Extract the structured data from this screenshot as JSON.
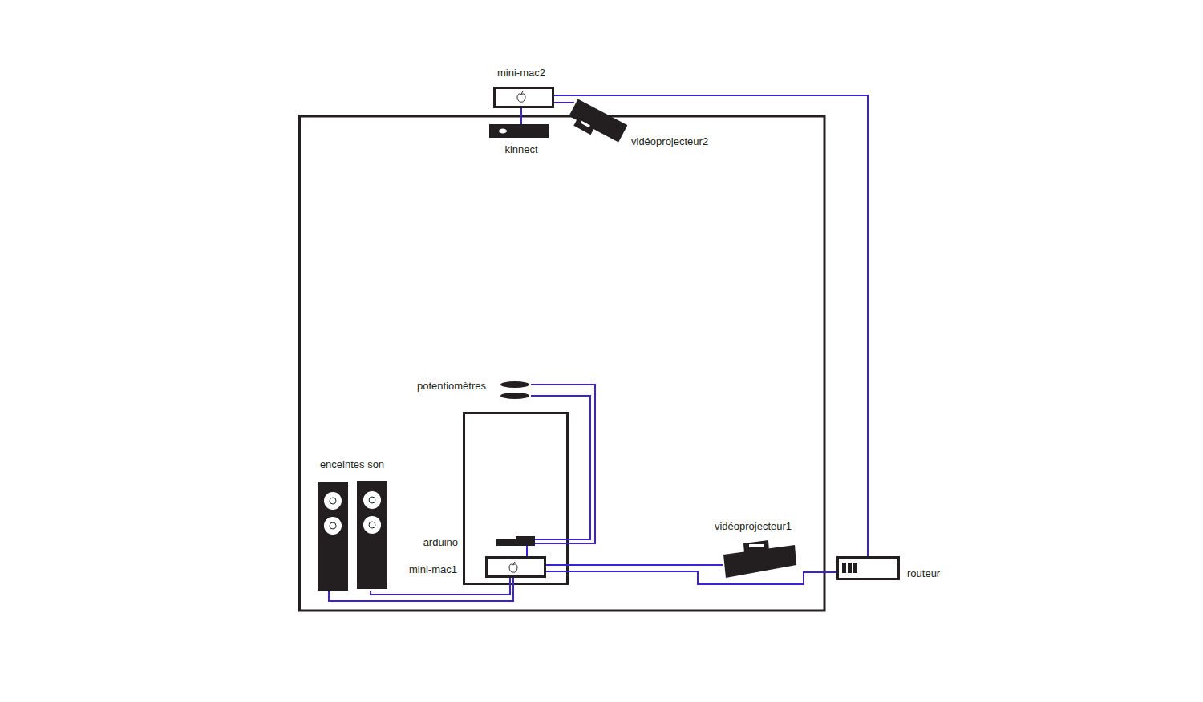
{
  "diagram": {
    "nodes": [
      {
        "text": [
          "mini-mac2"
        ]
      },
      {
        "text": [
          "kinnect"
        ]
      },
      {
        "text": [
          "vidéoprojecteur2"
        ]
      },
      {
        "text": [
          "potentiomètres"
        ]
      },
      {
        "text": [
          "enceintes son"
        ]
      },
      {
        "text": [
          "arduino"
        ]
      },
      {
        "text": [
          "mini-mac1"
        ]
      },
      {
        "text": [
          "vidéoprojecteur1"
        ]
      },
      {
        "text": [
          "routeur"
        ]
      }
    ],
    "edges": [
      {
        "from": 0,
        "to": 1,
        "arrow": "none"
      },
      {
        "from": 0,
        "to": 2,
        "arrow": "none"
      },
      {
        "from": 0,
        "to": 8,
        "arrow": "none"
      },
      {
        "from": 3,
        "to": 5,
        "arrow": "none"
      },
      {
        "from": 3,
        "to": 5,
        "arrow": "none"
      },
      {
        "from": 5,
        "to": 6,
        "arrow": "none"
      },
      {
        "from": 6,
        "to": 4,
        "arrow": "none"
      },
      {
        "from": 6,
        "to": 4,
        "arrow": "none"
      },
      {
        "from": 6,
        "to": 7,
        "arrow": "none"
      },
      {
        "from": 6,
        "to": 8,
        "arrow": "none"
      }
    ]
  }
}
